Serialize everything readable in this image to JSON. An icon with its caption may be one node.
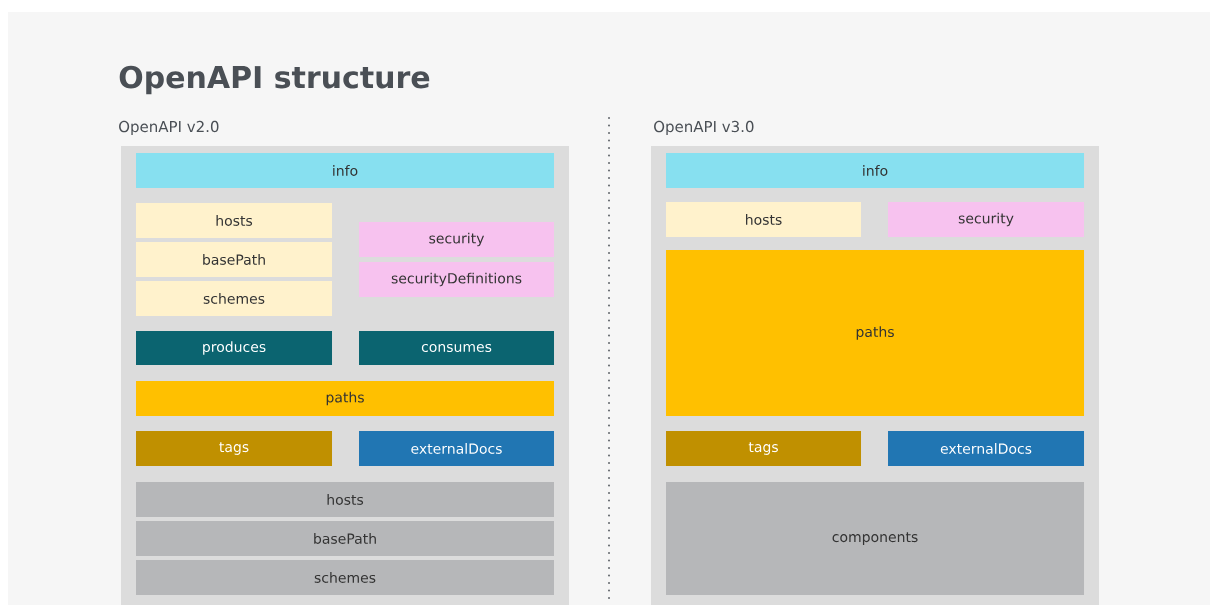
{
  "diagram": {
    "title": "OpenAPI structure",
    "nodes": [
      {
        "text": [
          "OpenAPI v2.0"
        ]
      },
      {
        "text": [
          "info"
        ],
        "in": 0
      },
      {
        "text": [
          "hosts"
        ],
        "in": 0
      },
      {
        "text": [
          "basePath"
        ],
        "in": 0
      },
      {
        "text": [
          "schemes"
        ],
        "in": 0
      },
      {
        "text": [
          "security"
        ],
        "in": 0
      },
      {
        "text": [
          "securityDefinitions"
        ],
        "in": 0
      },
      {
        "text": [
          "produces"
        ],
        "in": 0
      },
      {
        "text": [
          "consumes"
        ],
        "in": 0
      },
      {
        "text": [
          "paths"
        ],
        "in": 0
      },
      {
        "text": [
          "tags"
        ],
        "in": 0
      },
      {
        "text": [
          "externalDocs"
        ],
        "in": 0
      },
      {
        "text": [
          "hosts"
        ],
        "in": 0
      },
      {
        "text": [
          "basePath"
        ],
        "in": 0
      },
      {
        "text": [
          "schemes"
        ],
        "in": 0
      },
      {
        "text": [
          "OpenAPI v3.0"
        ]
      },
      {
        "text": [
          "info"
        ],
        "in": 15
      },
      {
        "text": [
          "hosts"
        ],
        "in": 15
      },
      {
        "text": [
          "security"
        ],
        "in": 15
      },
      {
        "text": [
          "paths"
        ],
        "in": 15
      },
      {
        "text": [
          "tags"
        ],
        "in": 15
      },
      {
        "text": [
          "externalDocs"
        ],
        "in": 15
      },
      {
        "text": [
          "components"
        ],
        "in": 15
      }
    ]
  }
}
